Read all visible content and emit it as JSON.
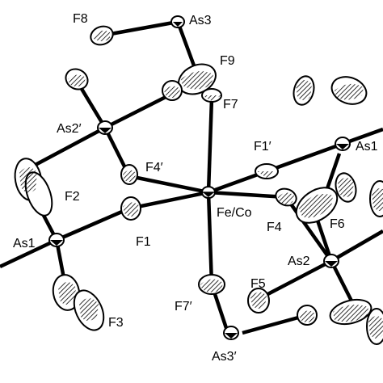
{
  "atom_labels": {
    "F8": "F8",
    "As3": "As3",
    "F9": "F9",
    "F7": "F7",
    "As2p": "As2′",
    "F4p": "F4′",
    "F1p": "F1′",
    "As1p": "As1",
    "F2": "F2",
    "Fe_Co": "Fe/Co",
    "F4": "F4",
    "F6": "F6",
    "As1": "As1",
    "F1": "F1",
    "As2": "As2",
    "F5": "F5",
    "F7p": "F7′",
    "F3": "F3",
    "As3p": "As3′"
  }
}
